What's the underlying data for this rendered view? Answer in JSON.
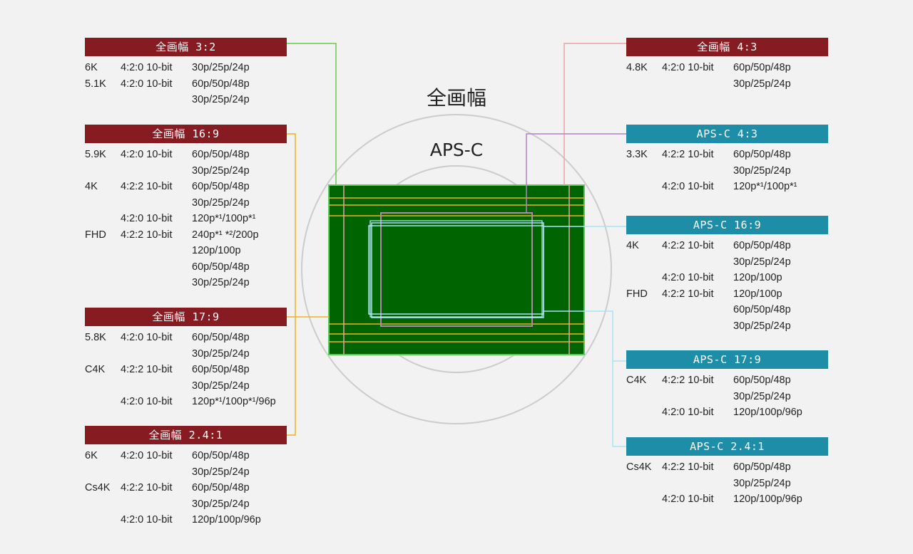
{
  "labels": {
    "full_frame": "全画幅",
    "aps_c": "APS-C"
  },
  "colors": {
    "header_full_frame": "#861c22",
    "header_aps_c": "#1e8ea8",
    "sensor": "#006400",
    "sensor_border": "#5cc85c",
    "circle": "#cccccc",
    "line_green": "#6dc848",
    "line_orange": "#f0b21e",
    "line_pink": "#e8a2a8",
    "line_purple": "#b580c8",
    "line_cyan": "#a8e4f2"
  },
  "blocks": [
    {
      "id": "ff-3-2",
      "title": "全画幅 3:2",
      "color": "red",
      "rows": [
        [
          "6K",
          "4:2:0 10-bit",
          "30p/25p/24p"
        ],
        [
          "5.1K",
          "4:2:0 10-bit",
          "60p/50p/48p"
        ],
        [
          "",
          "",
          "30p/25p/24p"
        ]
      ]
    },
    {
      "id": "ff-16-9",
      "title": "全画幅 16:9",
      "color": "red",
      "rows": [
        [
          "5.9K",
          "4:2:0 10-bit",
          "60p/50p/48p"
        ],
        [
          "",
          "",
          "30p/25p/24p"
        ],
        [
          "4K",
          "4:2:2 10-bit",
          "60p/50p/48p"
        ],
        [
          "",
          "",
          "30p/25p/24p"
        ],
        [
          "",
          "4:2:0 10-bit",
          "120p*¹/100p*¹"
        ],
        [
          "FHD",
          "4:2:2 10-bit",
          "240p*¹ *²/200p"
        ],
        [
          "",
          "",
          "120p/100p"
        ],
        [
          "",
          "",
          "60p/50p/48p"
        ],
        [
          "",
          "",
          "30p/25p/24p"
        ]
      ]
    },
    {
      "id": "ff-17-9",
      "title": "全画幅 17:9",
      "color": "red",
      "rows": [
        [
          "5.8K",
          "4:2:0 10-bit",
          "60p/50p/48p"
        ],
        [
          "",
          "",
          "30p/25p/24p"
        ],
        [
          "C4K",
          "4:2:2 10-bit",
          "60p/50p/48p"
        ],
        [
          "",
          "",
          "30p/25p/24p"
        ],
        [
          "",
          "4:2:0 10-bit",
          "120p*¹/100p*¹/96p"
        ]
      ]
    },
    {
      "id": "ff-2-4-1",
      "title": "全画幅 2.4:1",
      "color": "red",
      "rows": [
        [
          "6K",
          "4:2:0 10-bit",
          "60p/50p/48p"
        ],
        [
          "",
          "",
          "30p/25p/24p"
        ],
        [
          "Cs4K",
          "4:2:2 10-bit",
          "60p/50p/48p"
        ],
        [
          "",
          "",
          "30p/25p/24p"
        ],
        [
          "",
          "4:2:0 10-bit",
          "120p/100p/96p"
        ]
      ]
    },
    {
      "id": "ff-4-3",
      "title": "全画幅 4:3",
      "color": "red",
      "rows": [
        [
          "4.8K",
          "4:2:0 10-bit",
          "60p/50p/48p"
        ],
        [
          "",
          "",
          "30p/25p/24p"
        ]
      ]
    },
    {
      "id": "apsc-4-3",
      "title": "APS-C 4:3",
      "color": "teal",
      "rows": [
        [
          "3.3K",
          "4:2:2 10-bit",
          "60p/50p/48p"
        ],
        [
          "",
          "",
          "30p/25p/24p"
        ],
        [
          "",
          "4:2:0 10-bit",
          "120p*¹/100p*¹"
        ]
      ]
    },
    {
      "id": "apsc-16-9",
      "title": "APS-C 16:9",
      "color": "teal",
      "rows": [
        [
          "4K",
          "4:2:2 10-bit",
          "60p/50p/48p"
        ],
        [
          "",
          "",
          "30p/25p/24p"
        ],
        [
          "",
          "4:2:0 10-bit",
          "120p/100p"
        ],
        [
          "FHD",
          "4:2:2 10-bit",
          "120p/100p"
        ],
        [
          "",
          "",
          "60p/50p/48p"
        ],
        [
          "",
          "",
          "30p/25p/24p"
        ]
      ]
    },
    {
      "id": "apsc-17-9",
      "title": "APS-C 17:9",
      "color": "teal",
      "rows": [
        [
          "C4K",
          "4:2:2 10-bit",
          "60p/50p/48p"
        ],
        [
          "",
          "",
          "30p/25p/24p"
        ],
        [
          "",
          "4:2:0 10-bit",
          "120p/100p/96p"
        ]
      ]
    },
    {
      "id": "apsc-2-4-1",
      "title": "APS-C 2.4:1",
      "color": "teal",
      "rows": [
        [
          "Cs4K",
          "4:2:2 10-bit",
          "60p/50p/48p"
        ],
        [
          "",
          "",
          "30p/25p/24p"
        ],
        [
          "",
          "4:2:0 10-bit",
          "120p/100p/96p"
        ]
      ]
    }
  ]
}
